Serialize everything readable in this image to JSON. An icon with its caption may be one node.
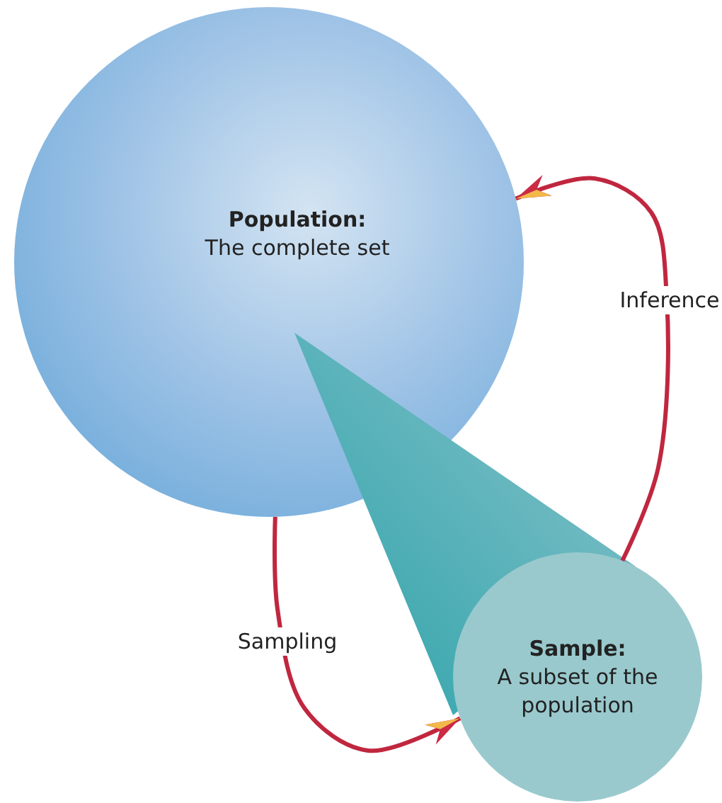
{
  "diagram": {
    "nodes": [
      {
        "text": [
          "Population:",
          "The complete set"
        ]
      },
      {
        "text": [
          "Sample:",
          "A subset of the population"
        ]
      }
    ],
    "edges": [
      {
        "from": 0,
        "to": 1,
        "arrow": "to",
        "label": "Sampling"
      },
      {
        "from": 1,
        "to": 0,
        "arrow": "to",
        "label": "Inference"
      }
    ]
  }
}
